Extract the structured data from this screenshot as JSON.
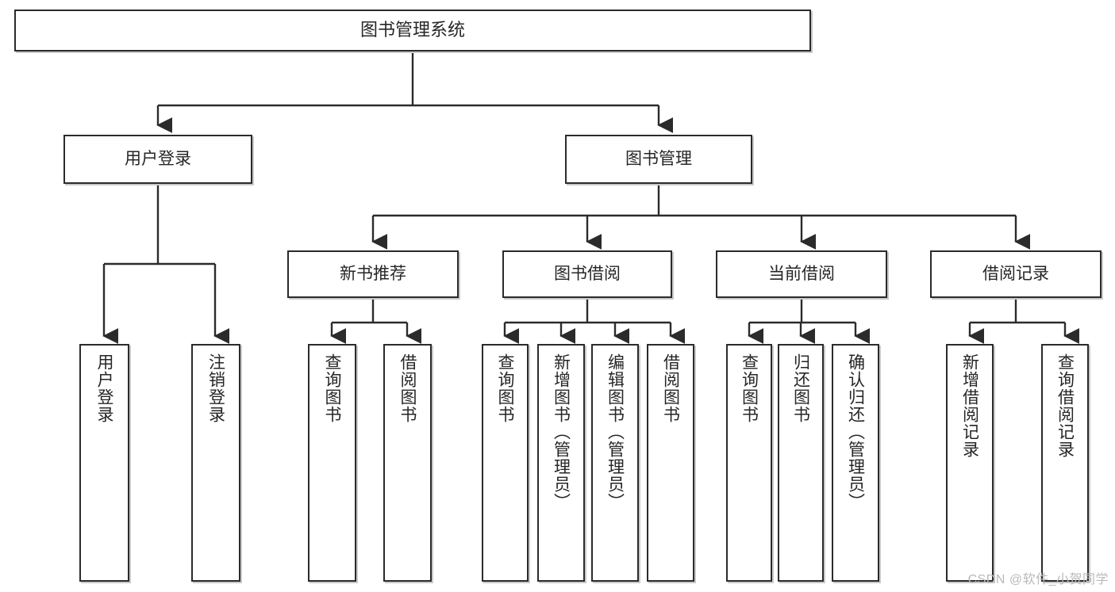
{
  "diagram": {
    "title": "图书管理系统",
    "type": "tree-hierarchy",
    "watermark": "CSDN @软件_小贺同学",
    "colors": {
      "border": "#2b2b2b",
      "shadow": "#c9c9c9",
      "text": "#262626",
      "background": "#ffffff",
      "watermark": "#b9b9b9"
    },
    "levels": {
      "root": {
        "label": "图书管理系统"
      },
      "level2": [
        {
          "label": "用户登录"
        },
        {
          "label": "图书管理"
        }
      ],
      "level3": [
        {
          "label": "新书推荐"
        },
        {
          "label": "图书借阅"
        },
        {
          "label": "当前借阅"
        },
        {
          "label": "借阅记录"
        }
      ],
      "leaves": {
        "user_login": [
          {
            "label": "用户登录"
          },
          {
            "label": "注销登录"
          }
        ],
        "new_book_recommend": [
          {
            "label": "查询图书"
          },
          {
            "label": "借阅图书"
          }
        ],
        "book_borrow": [
          {
            "label": "查询图书"
          },
          {
            "label": "新增图书（管理员）"
          },
          {
            "label": "编辑图书（管理员）"
          },
          {
            "label": "借阅图书"
          }
        ],
        "current_borrow": [
          {
            "label": "查询图书"
          },
          {
            "label": "归还图书"
          },
          {
            "label": "确认归还（管理员）"
          }
        ],
        "borrow_record": [
          {
            "label": "新增借阅记录"
          },
          {
            "label": "查询借阅记录"
          }
        ]
      }
    }
  }
}
